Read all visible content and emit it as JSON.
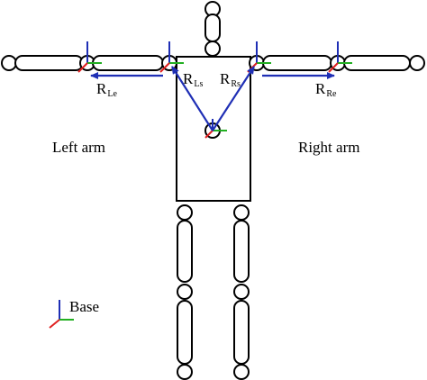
{
  "labels": {
    "left_arm": "Left arm",
    "right_arm": "Right arm",
    "base": "Base",
    "r_le_main": "R",
    "r_le_sub": "Le",
    "r_ls_main": "R",
    "r_ls_sub": "Ls",
    "r_rs_main": "R",
    "r_rs_sub": "Rs",
    "r_re_main": "R",
    "r_re_sub": "Re"
  },
  "colors": {
    "vector": "#1f2fb5",
    "axis_x": "#e02020",
    "axis_y": "#22b022",
    "axis_z": "#1f2fb5",
    "outline": "#000000"
  }
}
